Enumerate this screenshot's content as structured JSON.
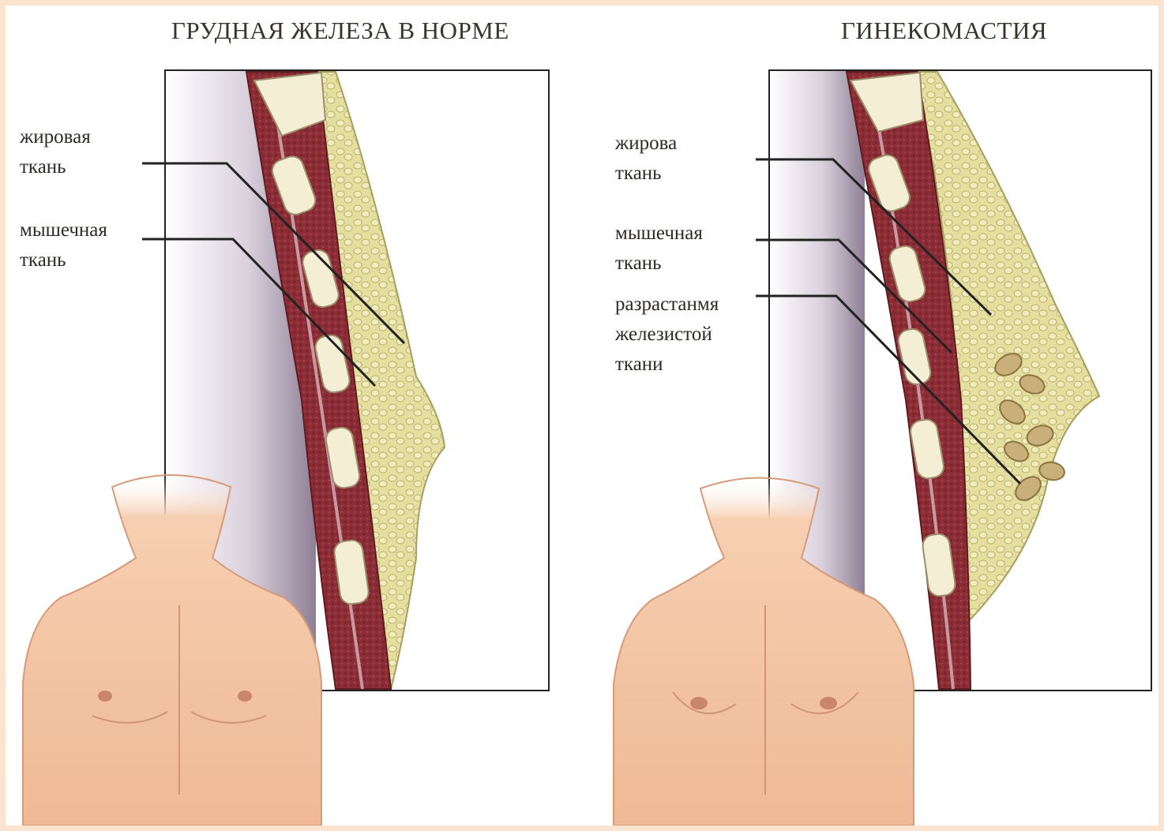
{
  "panels": [
    {
      "title": "ГРУДНАЯ ЖЕЛЕЗА В НОРМЕ",
      "labels": [
        {
          "lines": [
            "жировая",
            "ткань"
          ]
        },
        {
          "lines": [
            "мышечная",
            "ткань"
          ]
        }
      ]
    },
    {
      "title": "ГИНЕКОМАСТИЯ",
      "labels": [
        {
          "lines": [
            "жирова",
            "ткань"
          ]
        },
        {
          "lines": [
            "мышечная",
            "ткань"
          ]
        },
        {
          "lines": [
            "разрастанмя",
            "железистой",
            "ткани"
          ]
        }
      ]
    }
  ],
  "colors": {
    "frame_border": "#fbe3cf",
    "muscle": "#8c2d35",
    "fat": "#ddd89c",
    "skin": "#f2c2a0",
    "bone": "#f3edd2",
    "gland": "#c9b07a"
  }
}
